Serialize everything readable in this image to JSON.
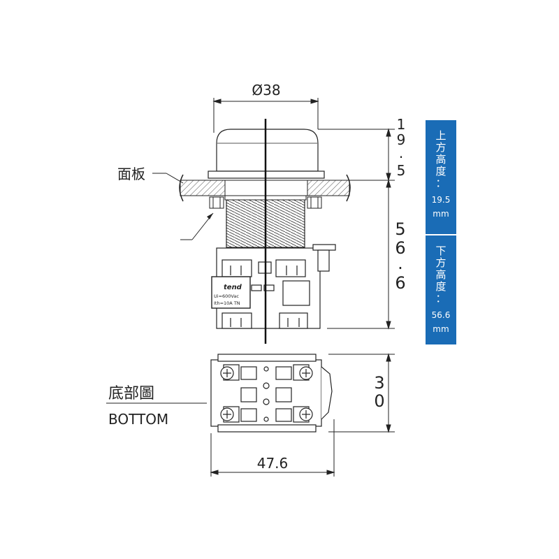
{
  "dimensions": {
    "diameter": "Ø38",
    "top_height": [
      "1",
      "9",
      ".",
      "5"
    ],
    "bottom_height": [
      "5",
      "6",
      ".",
      "6"
    ],
    "base_height": [
      "3",
      "0"
    ],
    "width": "47.6"
  },
  "labels": {
    "panel": "面板",
    "bottom_cn": "底部圖",
    "bottom_en": "BOTTOM"
  },
  "info_top": {
    "label_chars": [
      "上",
      "方",
      "高",
      "度",
      "："
    ],
    "value": "19.5",
    "unit": "mm"
  },
  "info_bottom": {
    "label_chars": [
      "下",
      "方",
      "高",
      "度",
      "："
    ],
    "value": "56.6",
    "unit": "mm"
  },
  "contact_block": {
    "brand": "tend",
    "rating_1": "Ui=600Vac",
    "rating_2": "Ith=10A TN"
  },
  "colors": {
    "accent": "#1a6cb6",
    "line": "#222222"
  }
}
